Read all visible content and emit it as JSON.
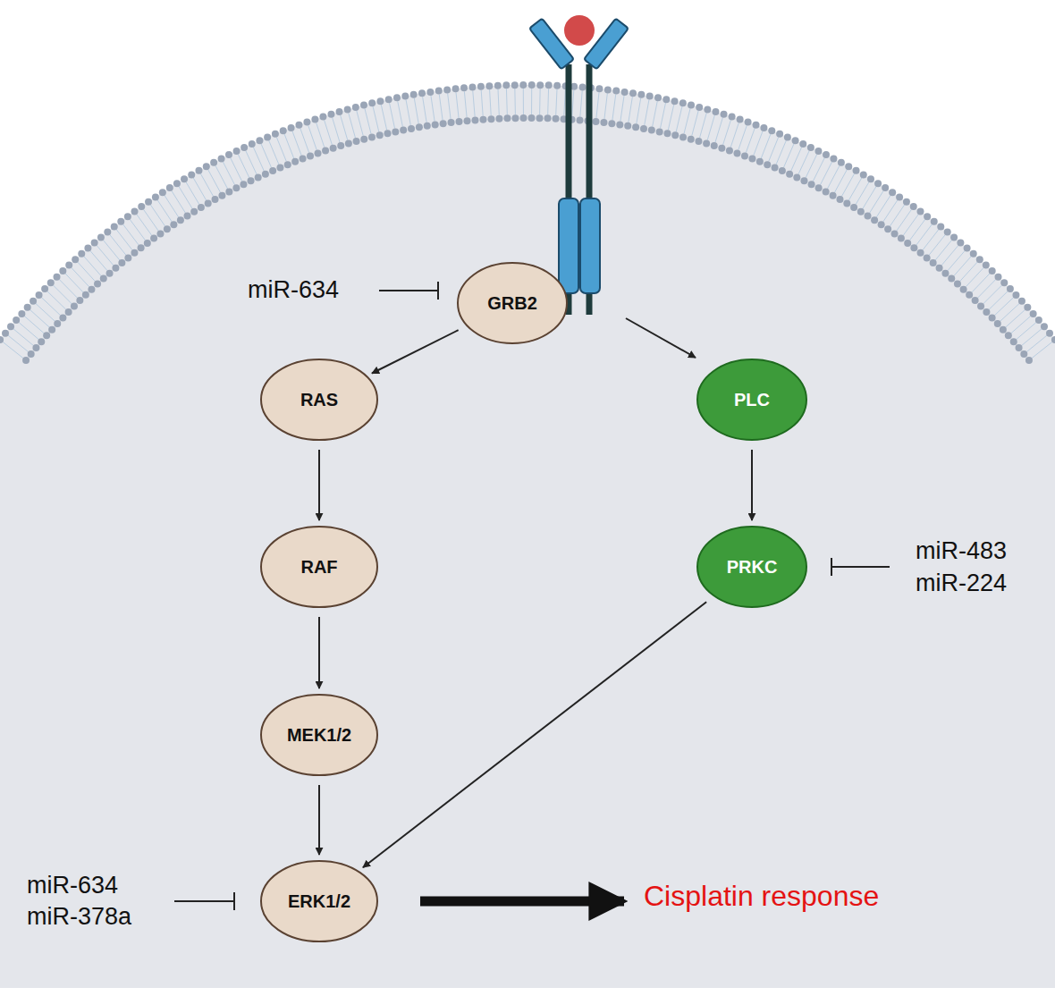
{
  "diagram": {
    "nodes": [
      {
        "text": [
          "GRB2"
        ]
      },
      {
        "text": [
          "RAS"
        ]
      },
      {
        "text": [
          "RAF"
        ]
      },
      {
        "text": [
          "MEK1/2"
        ]
      },
      {
        "text": [
          "ERK1/2"
        ]
      },
      {
        "text": [
          "PLC"
        ]
      },
      {
        "text": [
          "PRKC"
        ]
      }
    ],
    "edges": [
      {
        "from": 0,
        "to": 1,
        "arrow": "to"
      },
      {
        "from": 1,
        "to": 2,
        "arrow": "to"
      },
      {
        "from": 2,
        "to": 3,
        "arrow": "to"
      },
      {
        "from": 3,
        "to": 4,
        "arrow": "to"
      },
      {
        "from": 5,
        "to": 6,
        "arrow": "to"
      },
      {
        "from": 6,
        "to": 4,
        "arrow": "to"
      }
    ],
    "labels": [
      "miR-634",
      "miR-483",
      "miR-224",
      "miR-634",
      "miR-378a",
      "Cisplatin response"
    ]
  }
}
